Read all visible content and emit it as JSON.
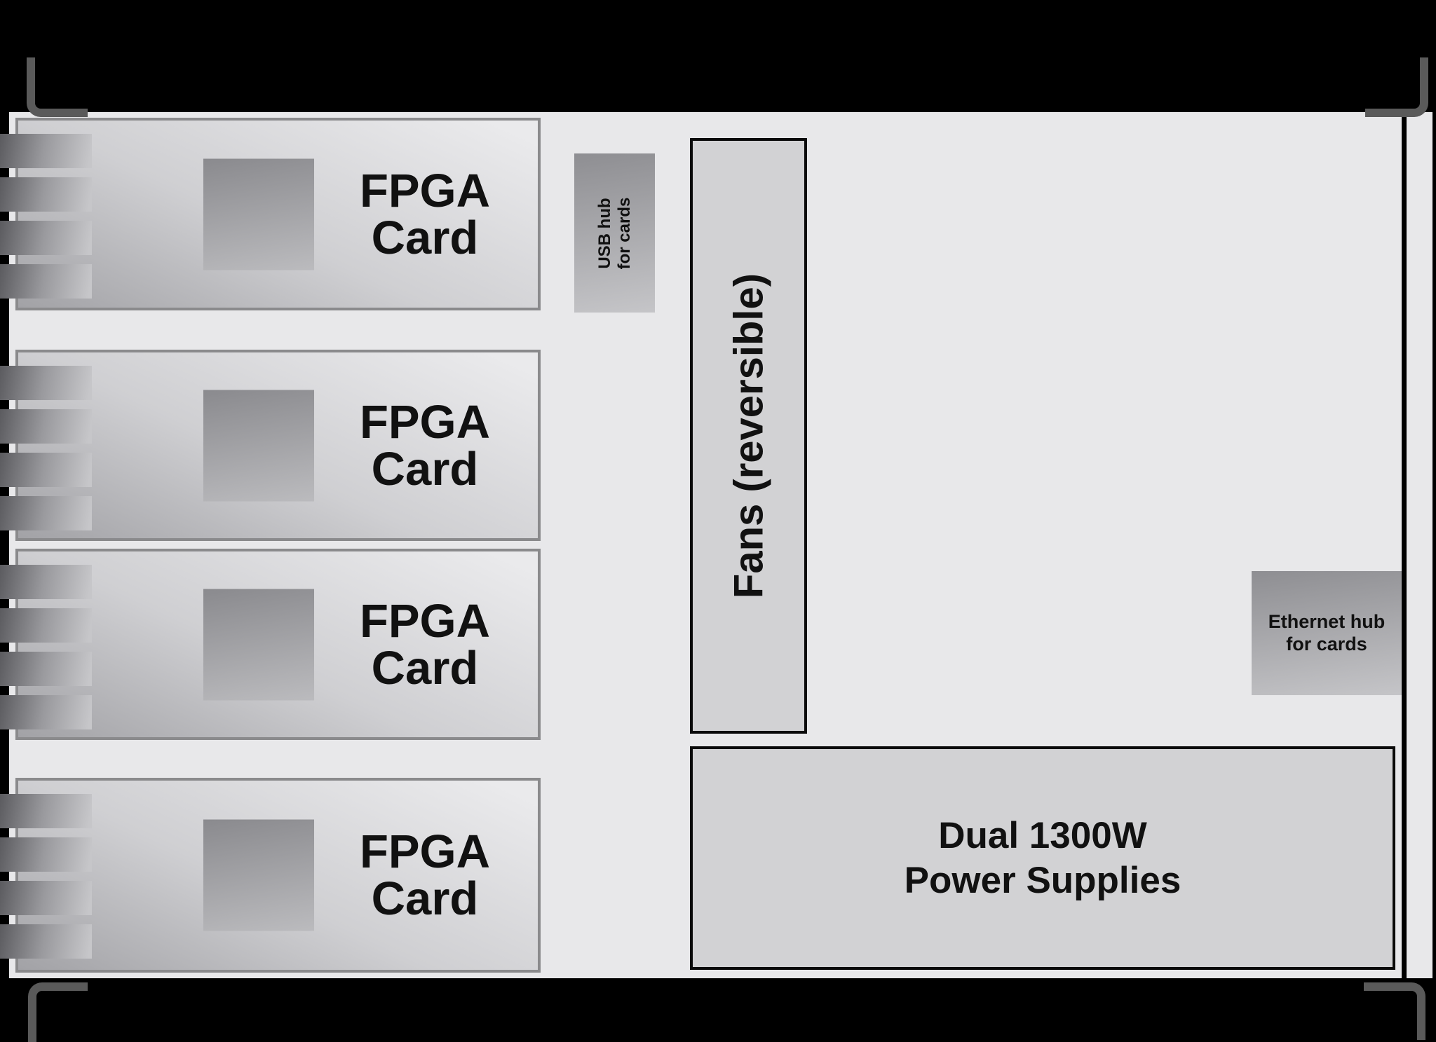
{
  "diagram": {
    "fpga_cards": [
      {
        "line1": "FPGA",
        "line2": "Card"
      },
      {
        "line1": "FPGA",
        "line2": "Card"
      },
      {
        "line1": "FPGA",
        "line2": "Card"
      },
      {
        "line1": "FPGA",
        "line2": "Card"
      }
    ],
    "usb_hub": {
      "line1": "USB hub",
      "line2": "for cards"
    },
    "fans": {
      "label": "Fans (reversible)"
    },
    "ethernet_hub": {
      "line1": "Ethernet hub",
      "line2": "for cards"
    },
    "power_supplies": {
      "line1": "Dual 1300W",
      "line2": "Power Supplies"
    }
  },
  "colors": {
    "background": "#000000",
    "chassis-bg": "#e8e8ea",
    "card-border": "#8a8a8c",
    "card-grad-light": "#eaeaec",
    "card-grad-dark": "#a2a2a6",
    "fin-dark": "#5b5b5f",
    "fin-light": "#c6c6c9",
    "chip-dark": "#8a8a8e",
    "chip-light": "#bbbbbe",
    "hub-grad-dark": "#8e8e92",
    "hub-grad-light": "#c5c5c8",
    "panel-fill": "#d2d2d4",
    "panel-border": "#0a0a0a",
    "bracket": "#5a5a5a",
    "text": "#111111"
  }
}
